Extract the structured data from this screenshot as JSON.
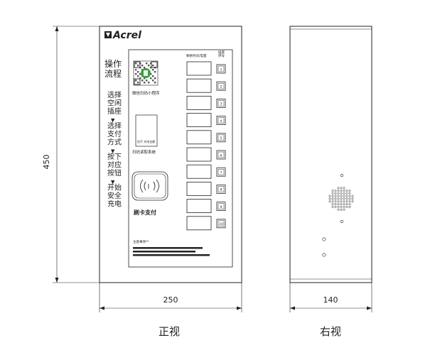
{
  "front_view": {
    "brand": "Acrel",
    "procedure_title": "操作\n流程",
    "steps": [
      "选择\n空闲\n插座",
      "选择\n支付\n方式",
      "按下\n对应\n按钮",
      "开始\n安全\n充电"
    ],
    "step_arrow": "▼",
    "qr_caption": "微信扫码小程序",
    "coin_box_inner_label": "投币 充电金额",
    "coin_caption": "扫码读取系统",
    "card_symbol": "( ( ) )",
    "card_caption": "刷卡支付",
    "column_header_display": "剩余时间/电量",
    "column_header_socket": "插座\n序号",
    "socket_numbers": [
      "1",
      "2",
      "3",
      "4",
      "5",
      "6",
      "7",
      "8",
      "9",
      "10"
    ],
    "notice_title": "注意事项**",
    "label": "正视"
  },
  "side_view": {
    "label": "右视"
  },
  "dimensions": {
    "height": "450",
    "front_width": "250",
    "side_width": "140"
  },
  "colors": {
    "line": "#222222",
    "qr_green": "#3f9e3f"
  }
}
